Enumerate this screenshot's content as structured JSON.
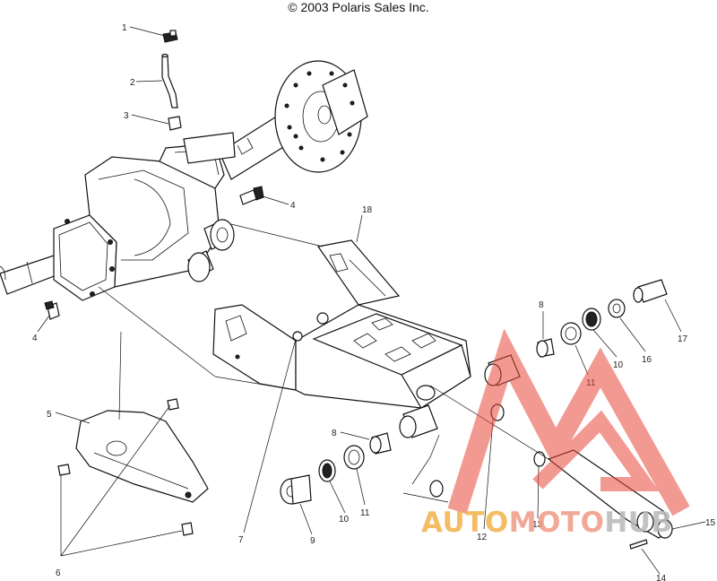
{
  "header": {
    "copyright": "© 2003 Polaris Sales Inc."
  },
  "callouts": [
    {
      "id": "c1",
      "text": "1"
    },
    {
      "id": "c2a",
      "text": "2"
    },
    {
      "id": "c3",
      "text": "3"
    },
    {
      "id": "c4a",
      "text": "4"
    },
    {
      "id": "c18",
      "text": "18"
    },
    {
      "id": "c4b",
      "text": "4"
    },
    {
      "id": "c8a",
      "text": "8"
    },
    {
      "id": "c17",
      "text": "17"
    },
    {
      "id": "c16",
      "text": "16"
    },
    {
      "id": "c10a",
      "text": "10"
    },
    {
      "id": "c11a",
      "text": "11"
    },
    {
      "id": "c5",
      "text": "5"
    },
    {
      "id": "c8b",
      "text": "8"
    },
    {
      "id": "c11b",
      "text": "11"
    },
    {
      "id": "c10b",
      "text": "10"
    },
    {
      "id": "c9",
      "text": "9"
    },
    {
      "id": "c7",
      "text": "7"
    },
    {
      "id": "c12",
      "text": "12"
    },
    {
      "id": "c13",
      "text": "13"
    },
    {
      "id": "c15",
      "text": "15"
    },
    {
      "id": "c14",
      "text": "14"
    },
    {
      "id": "c6",
      "text": "6"
    }
  ],
  "watermark": {
    "auto": "AUTO",
    "moto": "MOTO",
    "hub": "HUB",
    "brand_color": "#e8493a",
    "auto_color": "#f3b24a"
  }
}
